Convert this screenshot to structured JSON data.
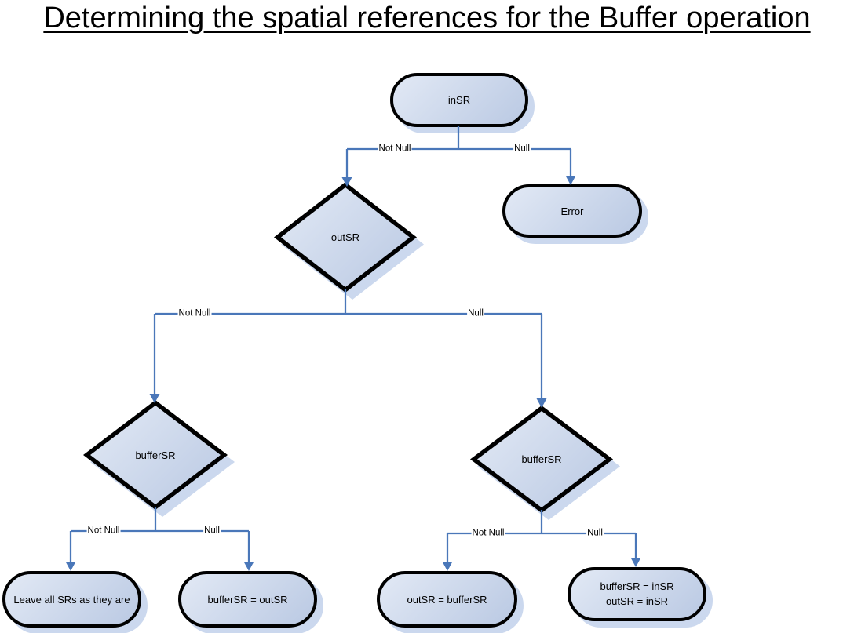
{
  "title": "Determining the spatial references for the Buffer operation",
  "diagram_type": "flowchart",
  "edge_labels": {
    "not_null": "Not Null",
    "null": "Null"
  },
  "nodes": {
    "insr": "inSR",
    "error": "Error",
    "outsr": "outSR",
    "buffersr_left": "bufferSR",
    "buffersr_right": "bufferSR",
    "leave_all_srs": "Leave all SRs as they are",
    "buffersr_eq_outsr": "bufferSR = outSR",
    "outsr_eq_buffersr": "outSR = bufferSR",
    "buffersr_eq_insr_line1": "bufferSR = inSR",
    "buffersr_eq_insr_line2": "outSR = inSR"
  },
  "colors": {
    "connector": "#4a77b9",
    "node_border": "#000000",
    "node_fill_light": "#e2e9f5",
    "node_fill_dark": "#bac9e3",
    "node_shadow": "#cbd8ee",
    "text": "#000000",
    "background": "#ffffff"
  }
}
